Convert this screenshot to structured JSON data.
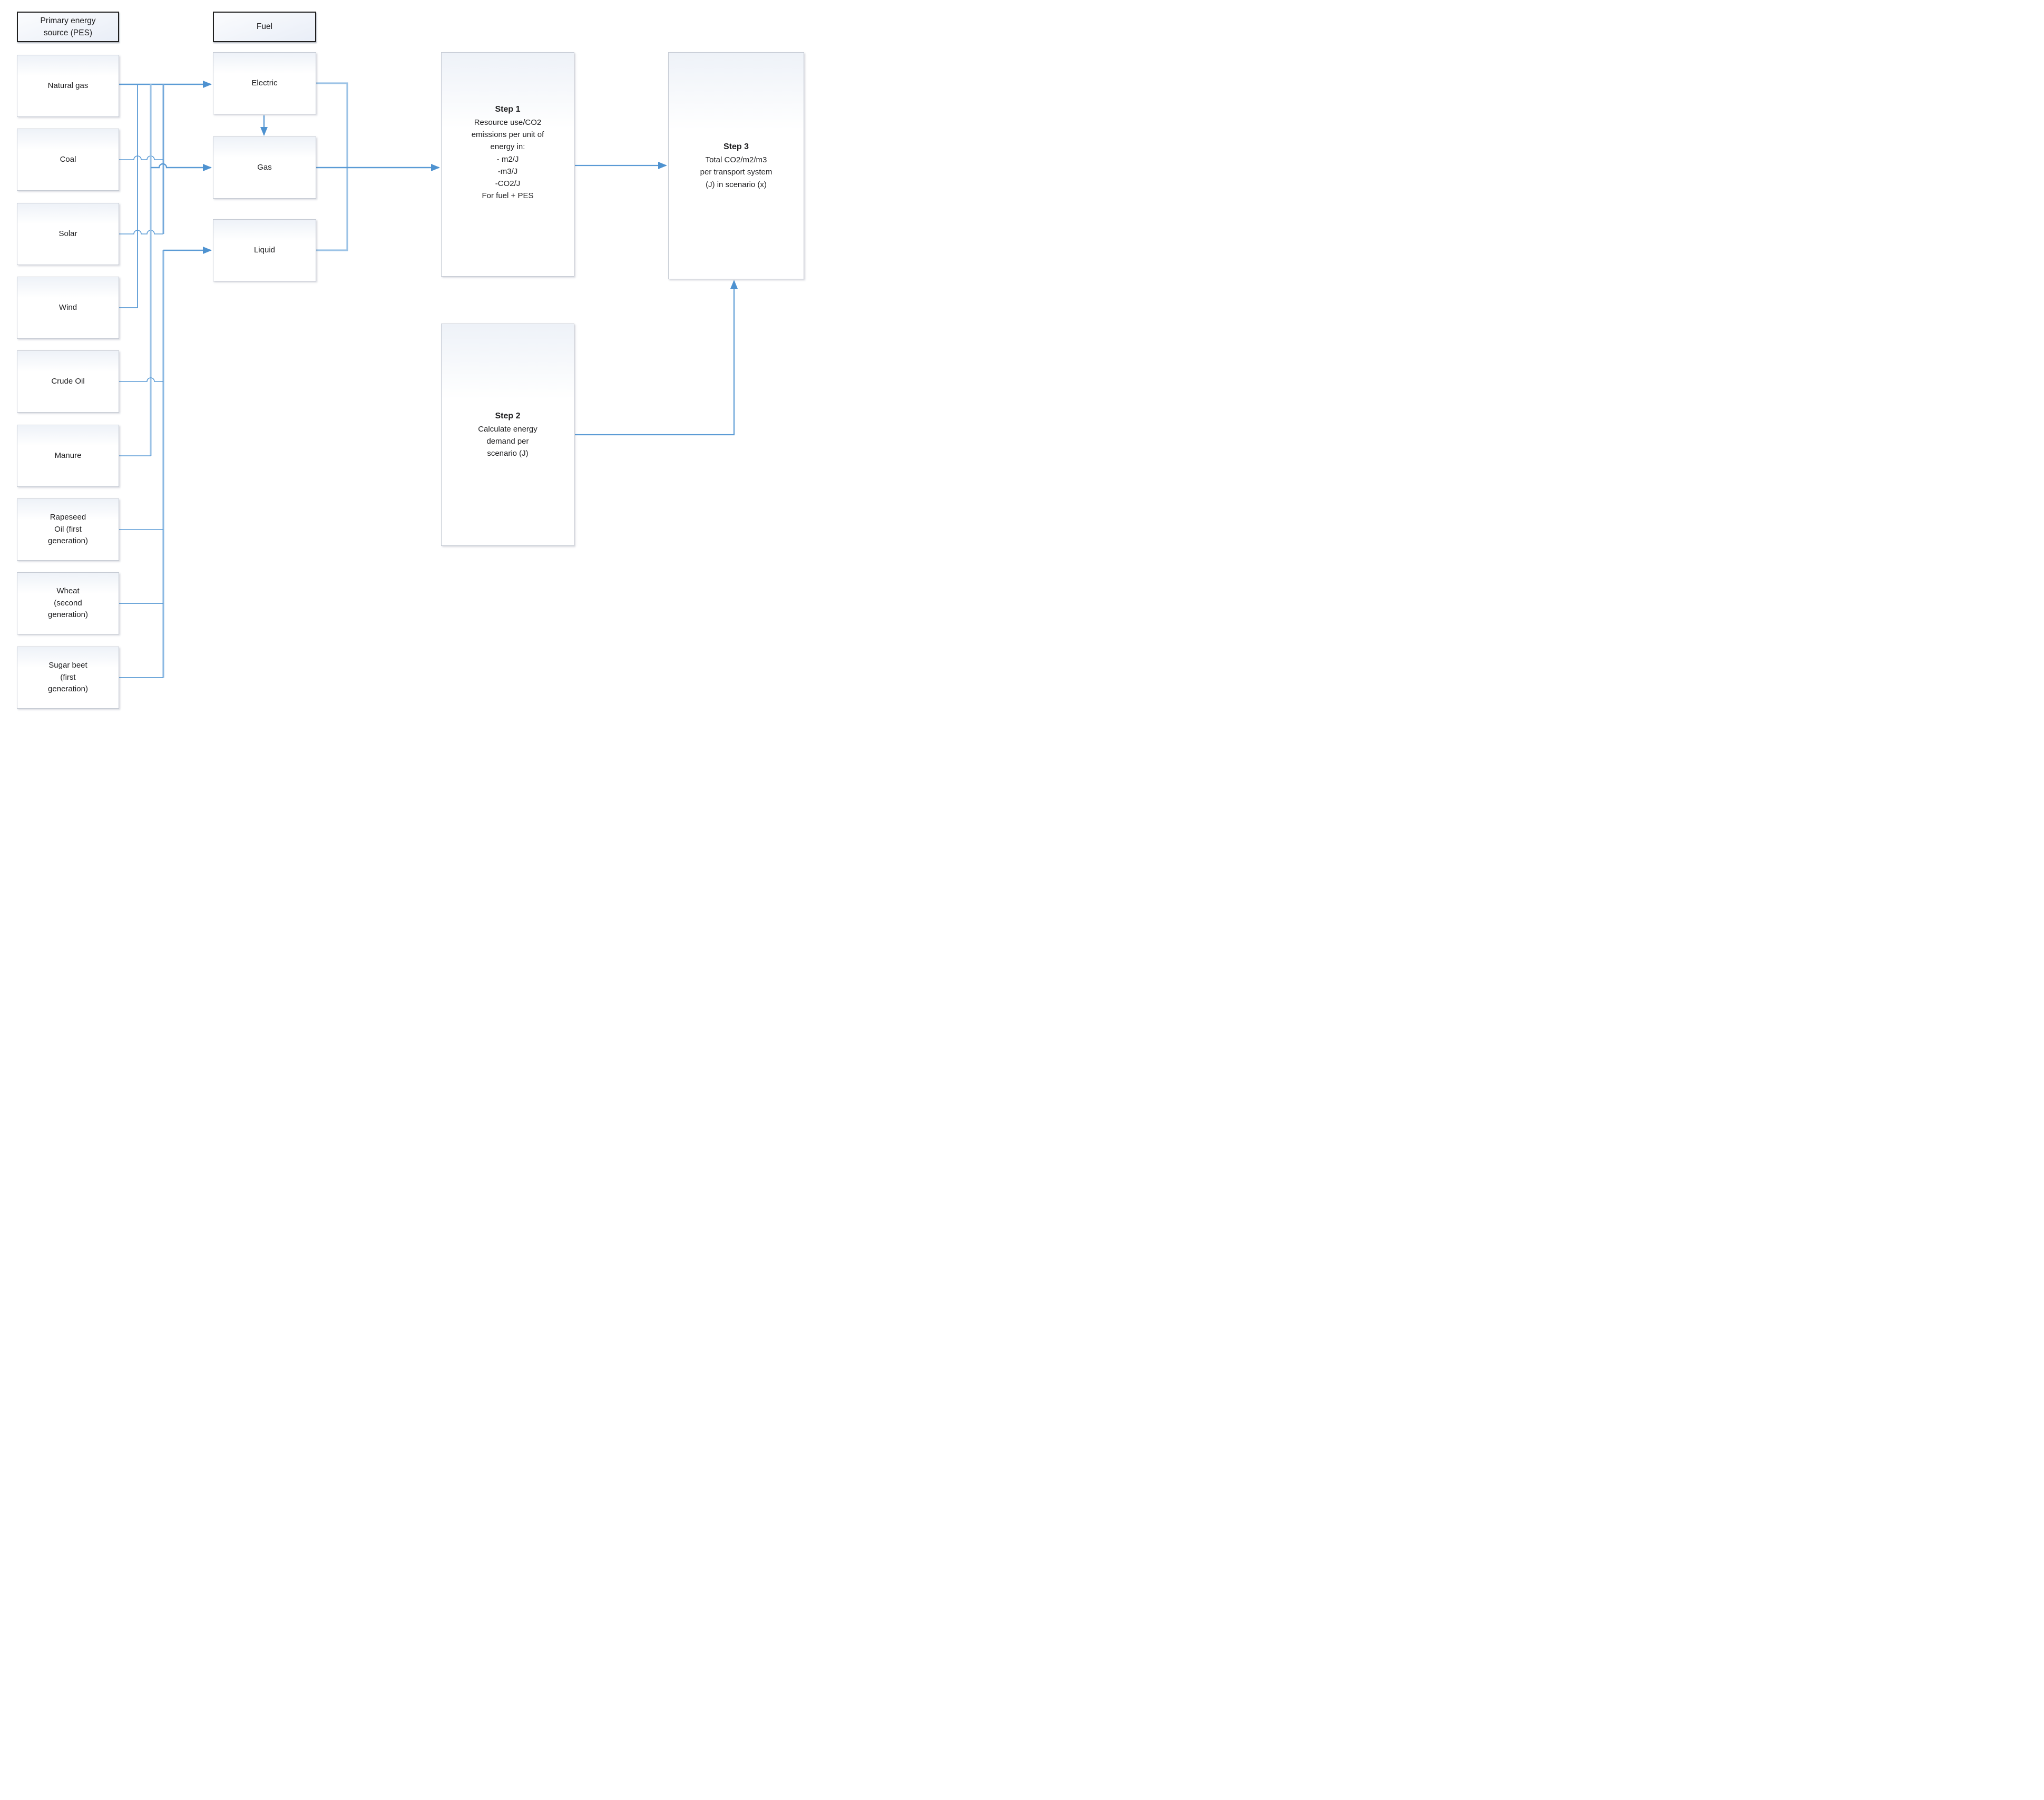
{
  "pes": {
    "header": "Primary energy\nsource (PES)",
    "items": [
      {
        "label": "Natural gas"
      },
      {
        "label": "Coal"
      },
      {
        "label": "Solar"
      },
      {
        "label": "Wind"
      },
      {
        "label": "Crude Oil"
      },
      {
        "label": "Manure"
      },
      {
        "label": "Rapeseed\nOil (first\ngeneration)"
      },
      {
        "label": "Wheat\n(second\ngeneration)"
      },
      {
        "label": "Sugar beet\n(first\ngeneration)"
      }
    ]
  },
  "fuel": {
    "header": "Fuel",
    "items": [
      {
        "label": "Electric"
      },
      {
        "label": "Gas"
      },
      {
        "label": "Liquid"
      }
    ]
  },
  "steps": {
    "step1": {
      "title": "Step 1",
      "body": "Resource use/CO2\nemissions per unit of\nenergy in:\n- m2/J\n-m3/J\n-CO2/J\nFor fuel + PES"
    },
    "step2": {
      "title": "Step 2",
      "body": "Calculate energy\ndemand per\nscenario (J)"
    },
    "step3": {
      "title": "Step 3",
      "body": "Total  CO2/m2/m3\nper transport system\n(J) in scenario (x)"
    }
  },
  "connections": [
    "Natural gas -> Electric",
    "Coal -> Electric",
    "Solar -> Electric",
    "Wind -> Electric",
    "Natural gas -> Gas",
    "Manure -> Gas",
    "Crude Oil -> Liquid",
    "Rapeseed Oil (first generation) -> Liquid",
    "Wheat (second generation) -> Liquid",
    "Sugar beet (first generation) -> Liquid",
    "Electric -> Gas",
    "Electric + Gas + Liquid -> Step 1",
    "Step 1 -> Step 3",
    "Step 2 -> Step 3"
  ],
  "colors": {
    "connector": "#5b9bd5",
    "connector_bus_light": "#9cc3e6",
    "connector_bus_mid": "#74a9db",
    "arrowhead": "#4e92d0",
    "box_border": "#c6cbd4",
    "header_border": "#1f1f1f",
    "text": "#1d1d1f"
  }
}
